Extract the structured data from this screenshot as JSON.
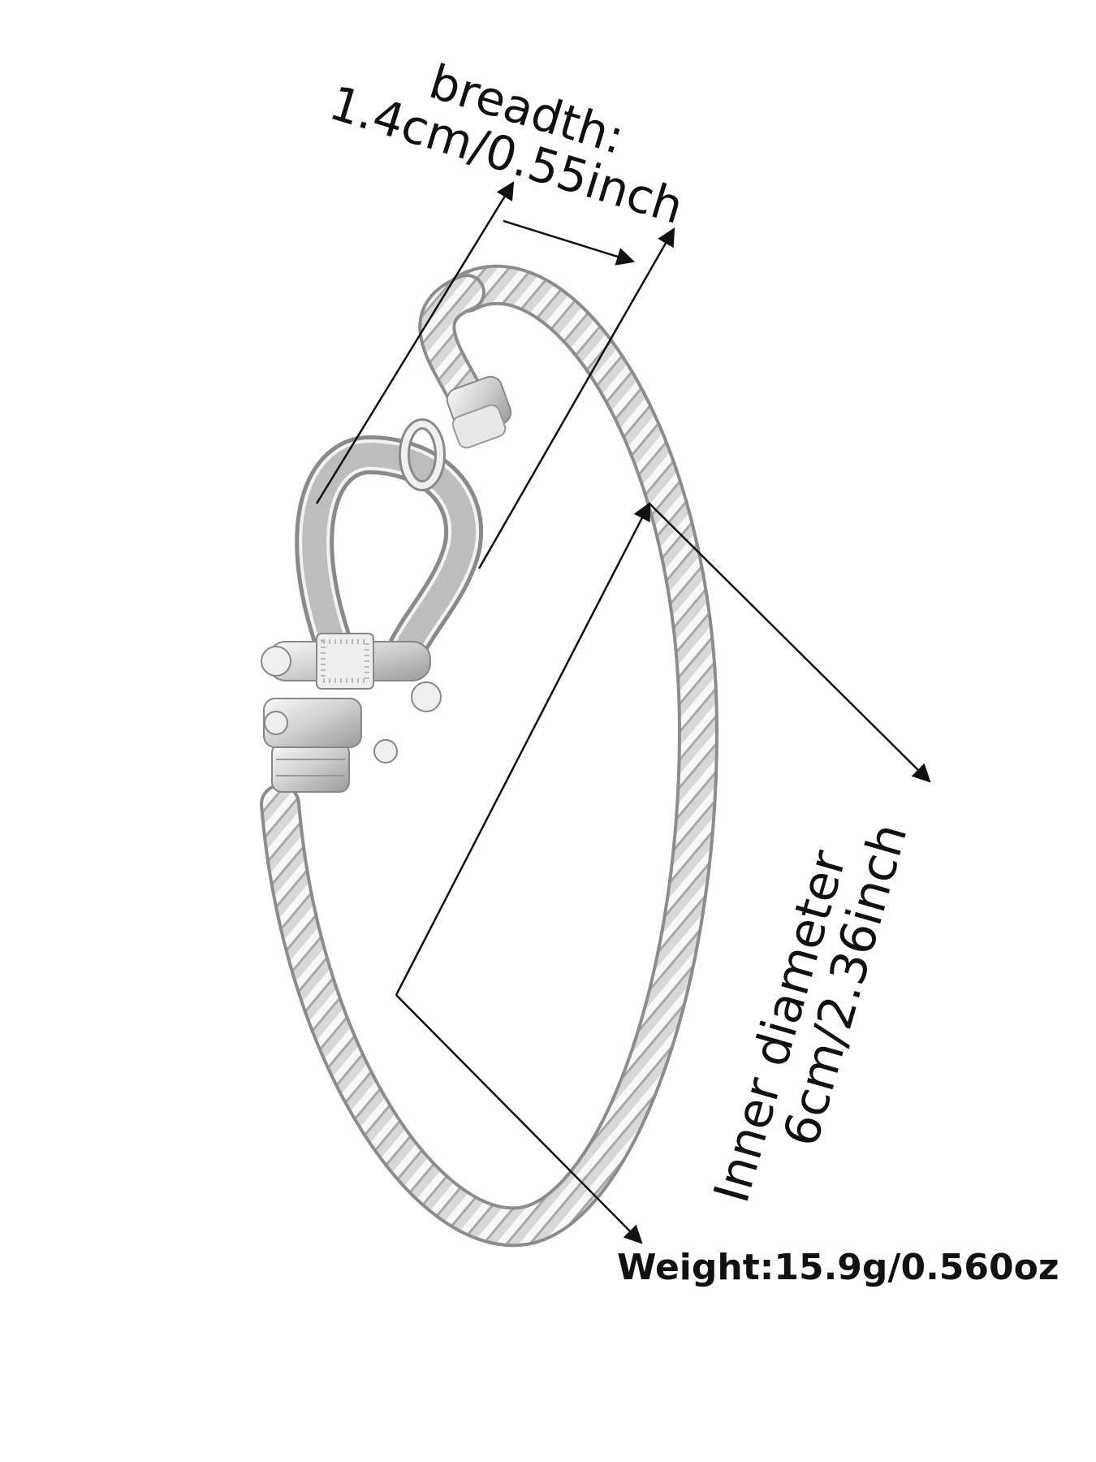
{
  "labels": {
    "breadth_title": "breadth:",
    "breadth_value": "1.4cm/0.55inch",
    "inner_title": "Inner diameter",
    "inner_value": "6cm/2.36inch",
    "weight": "Weight:15.9g/0.560oz"
  },
  "colors": {
    "background": "#ffffff",
    "text": "#111111",
    "metal_light": "#f4f4f4",
    "metal_mid": "#c9c9c9",
    "metal_dark": "#8a8a8a"
  }
}
